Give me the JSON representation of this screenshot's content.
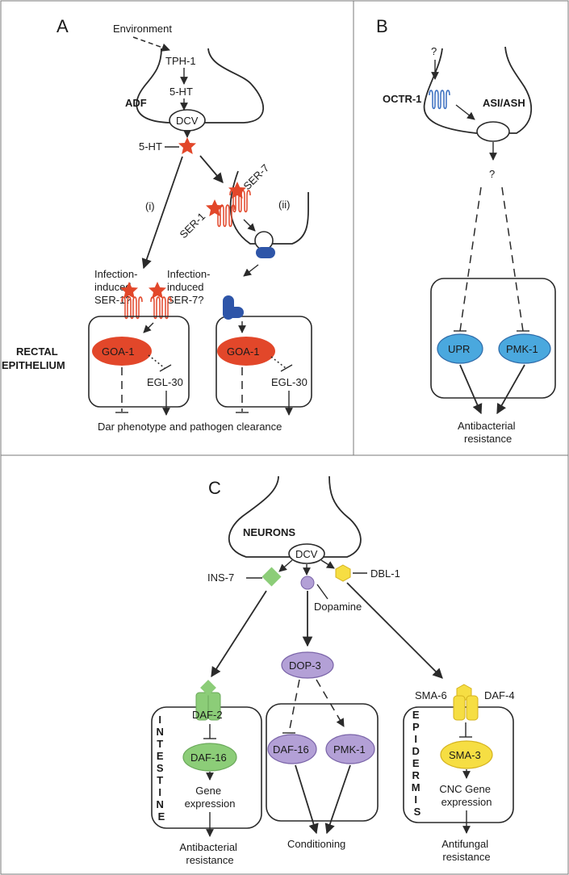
{
  "panel_a": {
    "letter": "A",
    "environment": "Environment",
    "tph1": "TPH-1",
    "ht_top": "5-HT",
    "adf": "ADF",
    "dcv": "DCV",
    "ht_release": "5-HT",
    "path_i": "(i)",
    "path_ii": "(ii)",
    "ser7": "SER-7",
    "ser1": "SER-1",
    "infection_left": [
      "Infection-",
      "induced",
      "SER-1?"
    ],
    "infection_right": [
      "Infection-",
      "induced",
      "SER-7?"
    ],
    "rectal": [
      "RECTAL",
      "EPITHELIUM"
    ],
    "goa1_left": "GOA-1",
    "egl30_left": "EGL-30",
    "goa1_right": "GOA-1",
    "egl30_right": "EGL-30",
    "outcome": "Dar phenotype and pathogen clearance"
  },
  "panel_b": {
    "letter": "B",
    "question_top": "?",
    "octr1": "OCTR-1",
    "asi_ash": "ASI/ASH",
    "question_mid": "?",
    "upr": "UPR",
    "pmk1": "PMK-1",
    "outcome": [
      "Antibacterial",
      "resistance"
    ]
  },
  "panel_c": {
    "letter": "C",
    "neurons": "NEURONS",
    "dcv": "DCV",
    "ins7": "INS-7",
    "dopamine": "Dopamine",
    "dbl1": "DBL-1",
    "dop3": "DOP-3",
    "daf2": "DAF-2",
    "intestine_letters": [
      "I",
      "N",
      "T",
      "E",
      "S",
      "T",
      "I",
      "N",
      "E"
    ],
    "daf16_left": "DAF-16",
    "gene_expression": [
      "Gene",
      "expression"
    ],
    "out_left": [
      "Antibacterial",
      "resistance"
    ],
    "daf16_mid": "DAF-16",
    "pmk1_mid": "PMK-1",
    "out_mid": "Conditioning",
    "sma6": "SMA-6",
    "daf4": "DAF-4",
    "epidermis_letters": [
      "E",
      "P",
      "I",
      "D",
      "E",
      "R",
      "M",
      "I",
      "S"
    ],
    "sma3": "SMA-3",
    "cnc_expression": [
      "CNC Gene",
      "expression"
    ],
    "out_right": [
      "Antifungal",
      "resistance"
    ]
  },
  "colors": {
    "red": "#e2472a",
    "blue_dark": "#2e55a8",
    "blue_light": "#4aa8de",
    "green": "#8ccd78",
    "purple": "#b3a0d6",
    "yellow": "#f6de43"
  },
  "icons": [
    "serotonin-star",
    "receptor-7tm",
    "g-protein-blob",
    "ligand-diamond",
    "ligand-circle",
    "ligand-hexagon"
  ]
}
